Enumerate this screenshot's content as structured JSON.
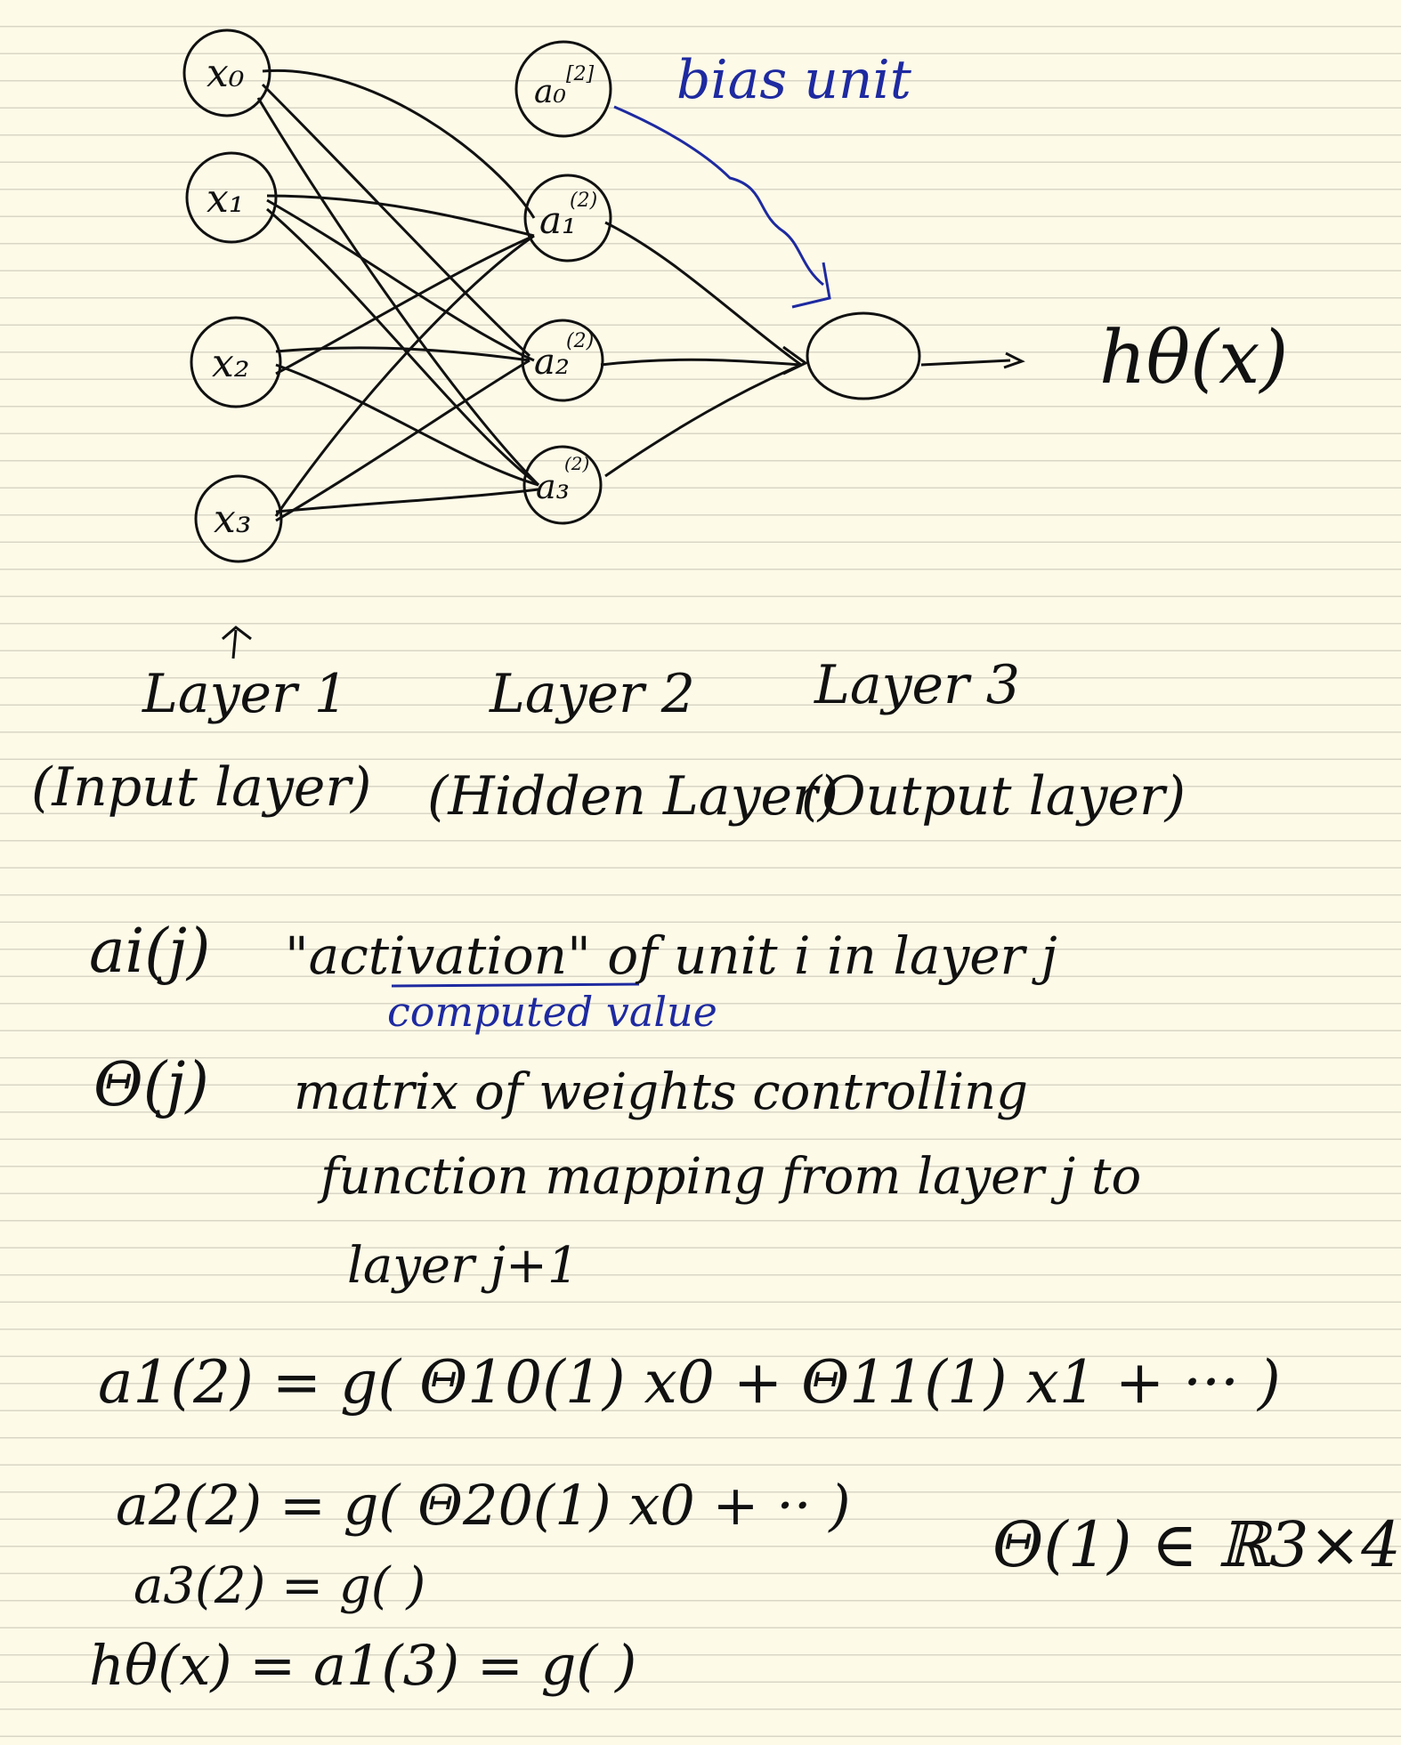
{
  "nodes": {
    "input": [
      "x0",
      "x1",
      "x2",
      "x3"
    ],
    "bias_hidden": "a0[2]",
    "hidden": [
      "a1(2)",
      "a2(2)",
      "a3(2)"
    ]
  },
  "annotations": {
    "bias_unit": "bias unit",
    "output": "hθ(x)"
  },
  "layers": [
    {
      "name": "Layer 1",
      "desc": "(Input layer)"
    },
    {
      "name": "Layer 2",
      "desc": "(Hidden Layer)"
    },
    {
      "name": "Layer 3",
      "desc": "(Output layer)"
    }
  ],
  "definitions": {
    "activation_sym": "ai(j)",
    "activation_text": "\"activation\" of unit i in layer j",
    "activation_note": "computed value",
    "theta_sym": "Θ(j)",
    "theta_line1": "matrix of weights controlling",
    "theta_line2": "function mapping from layer j to",
    "theta_line3": "layer j+1"
  },
  "equations": {
    "eq1": "a1(2) = g( Θ10(1) x0 + Θ11(1) x1 + ··· )",
    "eq2": "a2(2) = g( Θ20(1) x0 + ·· )",
    "eq3": "a3(2) = g(                 )",
    "eq4": "hθ(x) = a1(3) = g(           )",
    "dim": "Θ(1) ∈ ℝ3×4"
  }
}
